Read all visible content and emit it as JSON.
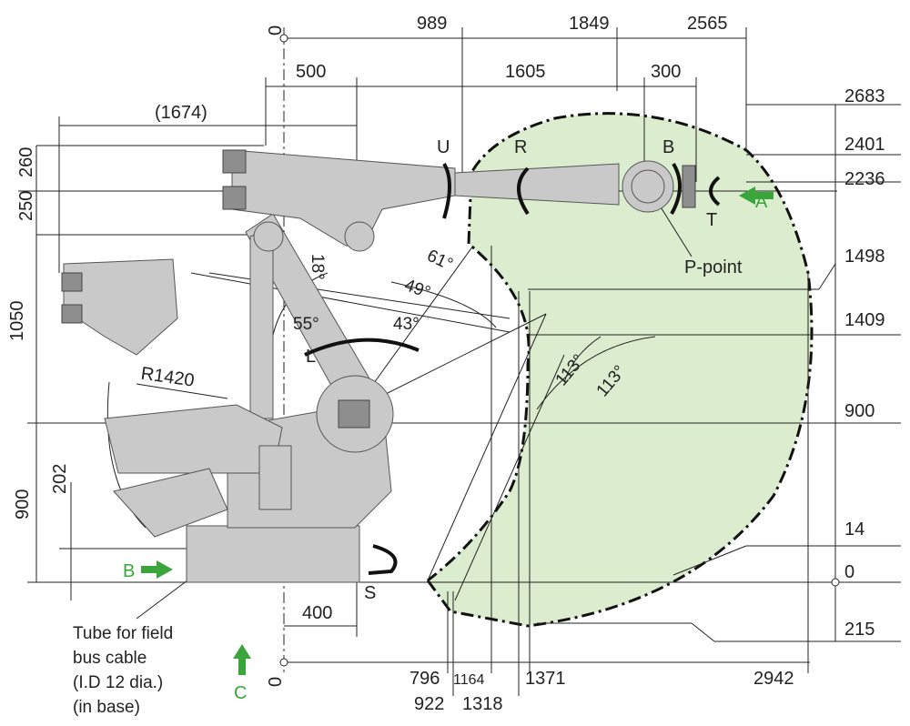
{
  "title_top_zero": "0",
  "top_dims": {
    "d989": "989",
    "d1849": "1849",
    "d2565": "2565",
    "d500": "500",
    "d1605": "1605",
    "d300": "300",
    "d1674": "(1674)"
  },
  "right_dims": {
    "h2683": "2683",
    "h2401": "2401",
    "h2236": "2236",
    "h1498": "1498",
    "h1409": "1409",
    "h900": "900",
    "h14": "14",
    "h0": "0",
    "h215": "215"
  },
  "left_dims": {
    "v260": "260",
    "v250": "250",
    "v1050": "1050",
    "v900": "900",
    "v202": "202"
  },
  "bottom_dims": {
    "zero": "0",
    "d400": "400",
    "d796": "796",
    "d922": "922",
    "d1164": "1164",
    "d1318": "1318",
    "d1371": "1371",
    "d2942": "2942"
  },
  "angles": {
    "a18": "18°",
    "a61": "61°",
    "a49": "49°",
    "a55": "55°",
    "a43": "43°",
    "a113a": "113°",
    "a113b": "113°"
  },
  "axes": {
    "U": "U",
    "R": "R",
    "B": "B",
    "T": "T",
    "L": "L",
    "S": "S"
  },
  "views": {
    "A": "A",
    "B": "B",
    "C": "C"
  },
  "labels": {
    "p_point": "P-point",
    "radius": "R1420"
  },
  "caption": [
    "Tube for field",
    "bus cable",
    "(I.D 12 dia.)",
    "(in base)"
  ],
  "colors": {
    "zone": "#dcedcf",
    "robot": "#c9c9c9",
    "arrow": "#3aa53a"
  }
}
